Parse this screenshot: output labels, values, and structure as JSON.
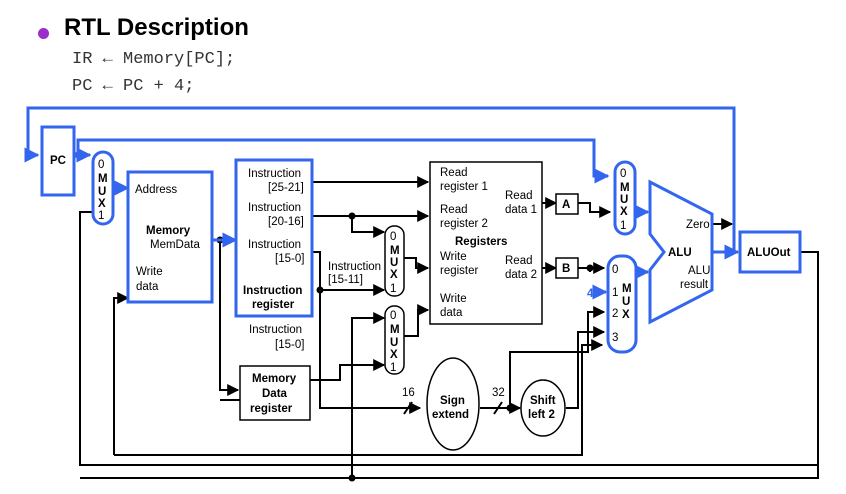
{
  "header": {
    "title": "RTL Description",
    "line1": "IR ← Memory[PC];",
    "line2": "PC ← PC + 4;"
  },
  "colors": {
    "highlight": "#3366ee",
    "wire": "#000000",
    "bullet": "#9b30c8"
  },
  "labels": {
    "pc": "PC",
    "mux": "M\nU\nX",
    "mux_pc_in": [
      "0",
      "1"
    ],
    "mem_address": "Address",
    "mem_title": "Memory",
    "mem_data": "MemData",
    "mem_write1": "Write",
    "mem_write2": "data",
    "ir_f1a": "Instruction",
    "ir_f1b": "[25-21]",
    "ir_f2a": "Instruction",
    "ir_f2b": "[20-16]",
    "ir_f3a": "Instruction",
    "ir_f3b": "[15-0]",
    "ir_title1": "Instruction",
    "ir_title2": "register",
    "ir_low1": "Instruction",
    "ir_low2": "[15-0]",
    "ir_1511a": "Instruction",
    "ir_1511b": "[15-11]",
    "reg_rr1a": "Read",
    "reg_rr1b": "register 1",
    "reg_rr2a": "Read",
    "reg_rr2b": "register 2",
    "reg_title": "Registers",
    "reg_wra": "Write",
    "reg_wrb": "register",
    "reg_wda": "Write",
    "reg_wdb": "data",
    "reg_rd1a": "Read",
    "reg_rd1b": "data 1",
    "reg_rd2a": "Read",
    "reg_rd2b": "data 2",
    "a": "A",
    "b": "B",
    "mdr1": "Memory",
    "mdr2": "Data",
    "mdr3": "register",
    "sign1": "Sign",
    "sign2": "extend",
    "shift1": "Shift",
    "shift2": "left 2",
    "bus16": "16",
    "bus32": "32",
    "alu": "ALU",
    "alu_zero": "Zero",
    "alu_res1": "ALU",
    "alu_res2": "result",
    "aluout": "ALUOut",
    "four": "4",
    "muxB_in": [
      "0",
      "1",
      "2",
      "3"
    ]
  }
}
